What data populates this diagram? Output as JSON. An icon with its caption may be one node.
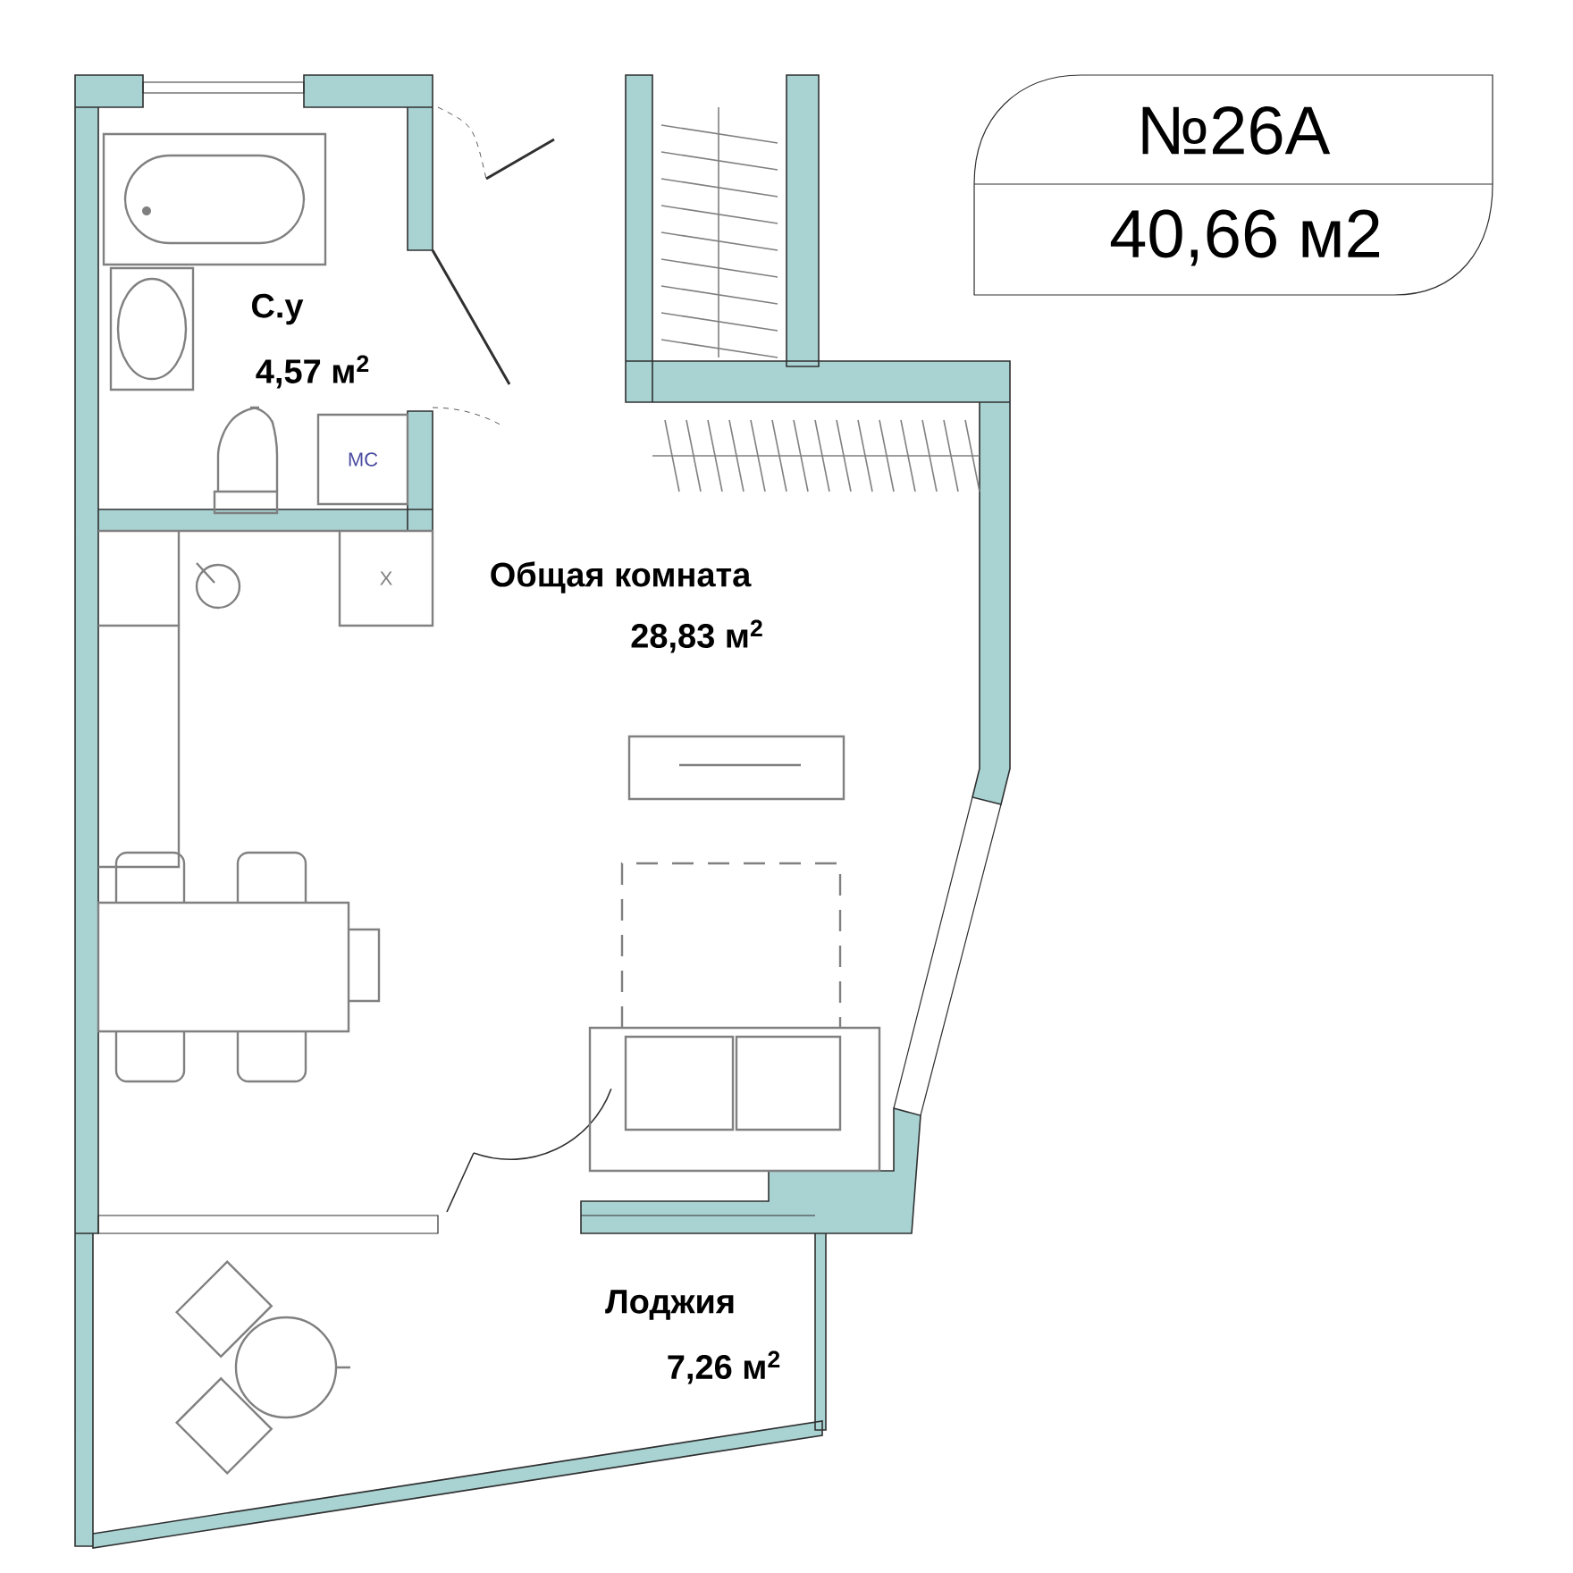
{
  "diagram": {
    "nodes": [
      {
        "text": [
          "№26А",
          "40,66 м2"
        ]
      },
      {
        "text": [
          "МС"
        ]
      },
      {
        "text": [
          "Х"
        ]
      }
    ],
    "labels": [
      "С.у",
      "4,57 м$^{2}$",
      "Общая комната",
      "28,83 м$^{2}$",
      "Лоджия",
      "7,26 м$^{2}$"
    ]
  }
}
